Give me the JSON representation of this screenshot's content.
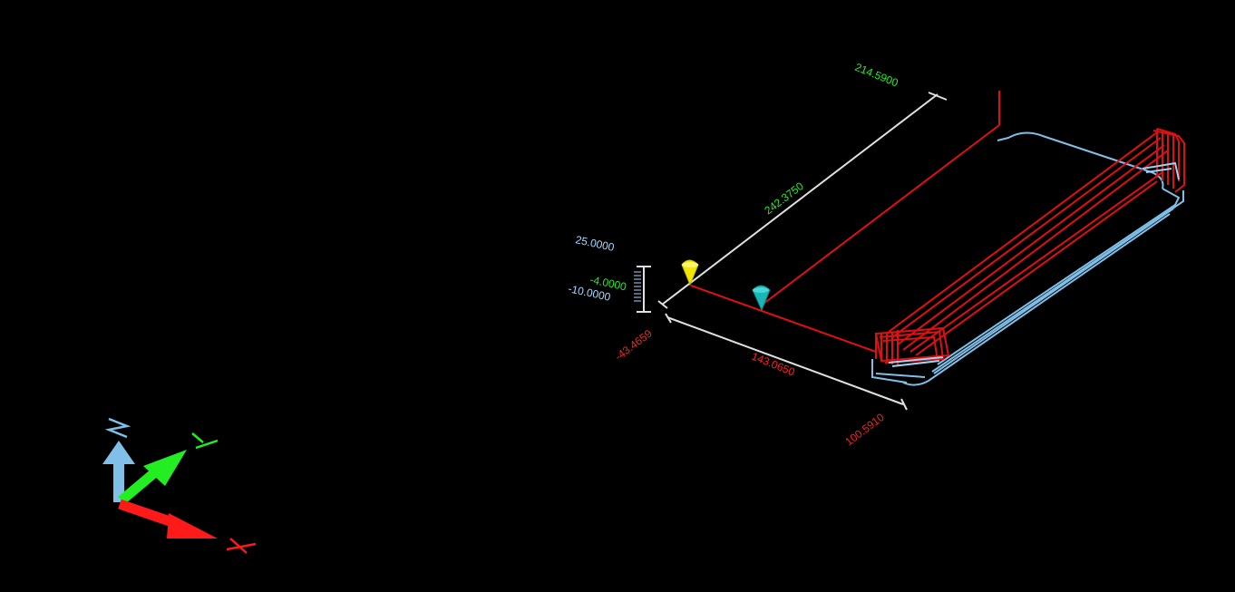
{
  "colors": {
    "background": "#000000",
    "toolpath": "#e01010",
    "stock": "#7fbfe8",
    "dimension_line": "#e0e0e0",
    "dimension_green": "#22ee22",
    "dimension_red": "#ff2020",
    "dimension_blue": "#a8d8ff",
    "start_marker": "#f2e600",
    "end_marker": "#19b6b6",
    "axis_x": "#ff1a1a",
    "axis_y": "#22ee22",
    "axis_z": "#7fbfe8"
  },
  "dimensions": {
    "y_max": "214.5900",
    "y_length": "242.3750",
    "z_top": "25.0000",
    "z_current": "-4.0000",
    "z_bottom": "-10.0000",
    "x_min": "-43.4659",
    "x_length": "143.0650",
    "x_max": "100.5910"
  },
  "markers": {
    "start": "tool-start-marker",
    "end": "tool-end-marker"
  },
  "axes": {
    "x_label": "X",
    "y_label": "Y",
    "z_label": "Z"
  }
}
